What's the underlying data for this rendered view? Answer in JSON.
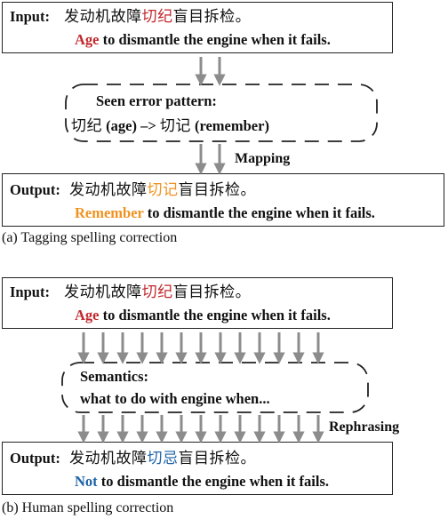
{
  "panel_a": {
    "input_label": "Input:",
    "input_cn_pre": "发动机故障",
    "input_cn_hl": "切纪",
    "input_cn_post": "盲目拆检。",
    "input_en_hl": "Age",
    "input_en_rest": " to dismantle the engine when it fails.",
    "middle_line1": "Seen error pattern:",
    "middle_cn_wrong": "切纪",
    "middle_en_wrong": " (age) –> ",
    "middle_cn_right": "切记",
    "middle_en_right": " (remember)",
    "arrow_label": "Mapping",
    "output_label": "Output:",
    "output_cn_pre": "发动机故障",
    "output_cn_hl": "切记",
    "output_cn_post": "盲目拆检。",
    "output_en_hl": "Remember",
    "output_en_rest": " to dismantle the engine when it fails.",
    "caption": "(a) Tagging spelling correction"
  },
  "panel_b": {
    "input_label": "Input:",
    "input_cn_pre": "发动机故障",
    "input_cn_hl": "切纪",
    "input_cn_post": "盲目拆检。",
    "input_en_hl": "Age",
    "input_en_rest": " to dismantle the engine when it fails.",
    "middle_line1": "Semantics:",
    "middle_line2": "what to do with engine when...",
    "arrow_label": "Rephrasing",
    "output_label": "Output:",
    "output_cn_pre": "发动机故障",
    "output_cn_hl": "切忌",
    "output_cn_post": "盲目拆检。",
    "output_en_hl": "Not",
    "output_en_rest": " to dismantle the engine when it fails.",
    "caption": "(b) Human spelling correction"
  },
  "colors": {
    "wrong": "#c0282d",
    "tagging_fix": "#f0921f",
    "human_fix": "#1d63a8",
    "arrow": "#8c8c8c"
  }
}
